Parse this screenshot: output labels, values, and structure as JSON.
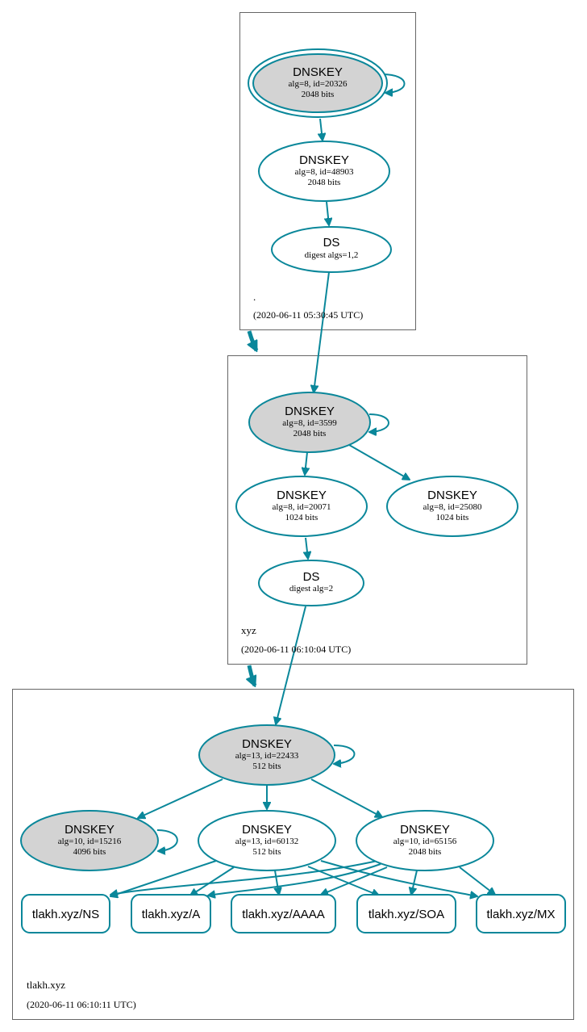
{
  "zones": {
    "root": {
      "name": ".",
      "timestamp": "(2020-06-11 05:30:45 UTC)"
    },
    "xyz": {
      "name": "xyz",
      "timestamp": "(2020-06-11 06:10:04 UTC)"
    },
    "tlakh": {
      "name": "tlakh.xyz",
      "timestamp": "(2020-06-11 06:10:11 UTC)"
    }
  },
  "nodes": {
    "root_ksk": {
      "title": "DNSKEY",
      "line1": "alg=8, id=20326",
      "line2": "2048 bits"
    },
    "root_zsk": {
      "title": "DNSKEY",
      "line1": "alg=8, id=48903",
      "line2": "2048 bits"
    },
    "root_ds": {
      "title": "DS",
      "line1": "digest algs=1,2"
    },
    "xyz_ksk": {
      "title": "DNSKEY",
      "line1": "alg=8, id=3599",
      "line2": "2048 bits"
    },
    "xyz_zsk1": {
      "title": "DNSKEY",
      "line1": "alg=8, id=20071",
      "line2": "1024 bits"
    },
    "xyz_zsk2": {
      "title": "DNSKEY",
      "line1": "alg=8, id=25080",
      "line2": "1024 bits"
    },
    "xyz_ds": {
      "title": "DS",
      "line1": "digest alg=2"
    },
    "tlakh_ksk": {
      "title": "DNSKEY",
      "line1": "alg=13, id=22433",
      "line2": "512 bits"
    },
    "tlakh_k15216": {
      "title": "DNSKEY",
      "line1": "alg=10, id=15216",
      "line2": "4096 bits"
    },
    "tlakh_k60132": {
      "title": "DNSKEY",
      "line1": "alg=13, id=60132",
      "line2": "512 bits"
    },
    "tlakh_k65156": {
      "title": "DNSKEY",
      "line1": "alg=10, id=65156",
      "line2": "2048 bits"
    }
  },
  "rrsets": {
    "ns": "tlakh.xyz/NS",
    "a": "tlakh.xyz/A",
    "aaaa": "tlakh.xyz/AAAA",
    "soa": "tlakh.xyz/SOA",
    "mx": "tlakh.xyz/MX"
  },
  "colors": {
    "edge": "#0a879a",
    "signing_key_fill": "#d3d3d3",
    "zone_border": "#666666"
  }
}
